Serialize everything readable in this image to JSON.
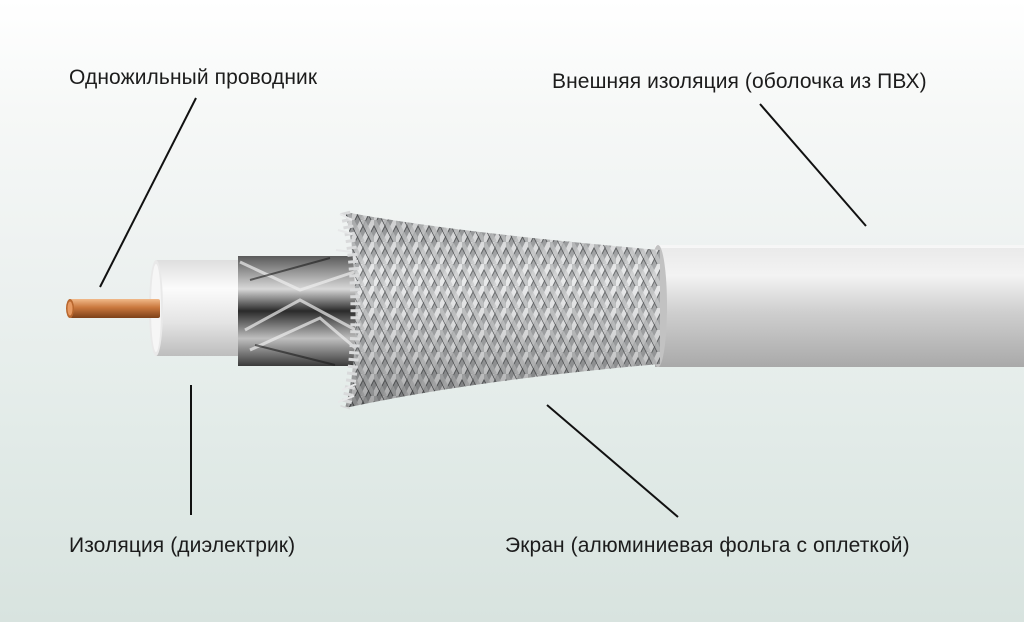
{
  "labels": {
    "conductor": "Одножильный проводник",
    "outer_insulation": "Внешняя изоляция (оболочка из ПВХ)",
    "dielectric": "Изоляция (диэлектрик)",
    "shield": "Экран (алюминиевая фольга с оплеткой)"
  },
  "colors": {
    "copper": "#c9773d",
    "jacket": "#d3d3d3",
    "braid": "#a9abac",
    "dielectric": "#eeeeee",
    "foil": "#3a3a3a",
    "leader_line": "#111111"
  }
}
